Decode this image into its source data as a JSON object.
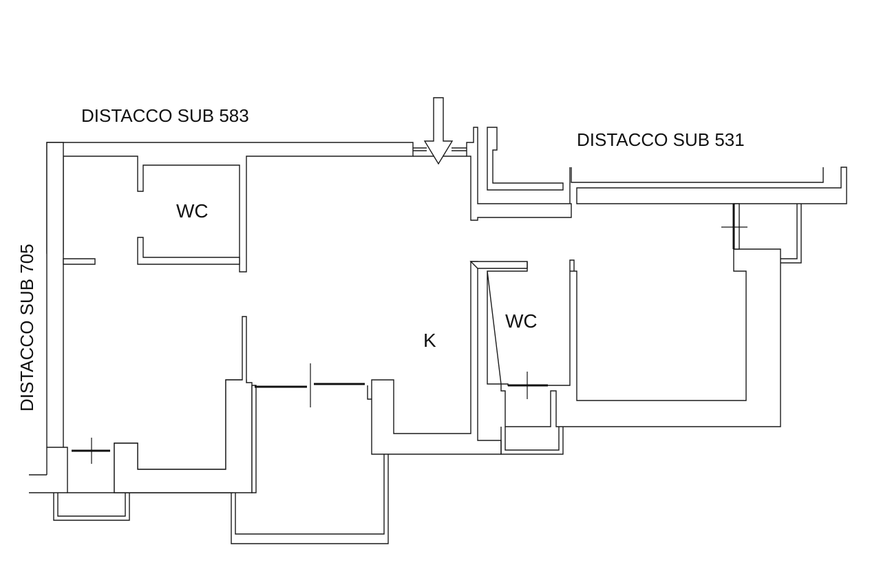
{
  "labels": {
    "top_left": "DISTACCO SUB 583",
    "top_right": "DISTACCO SUB 531",
    "left_side": "DISTACCO SUB 705",
    "wc_top": "WC",
    "wc_middle": "WC",
    "kitchen": "K"
  },
  "colors": {
    "ink": "#1a1a1a",
    "background": "#ffffff"
  },
  "icons": {
    "entrance": "down-arrow-icon"
  }
}
